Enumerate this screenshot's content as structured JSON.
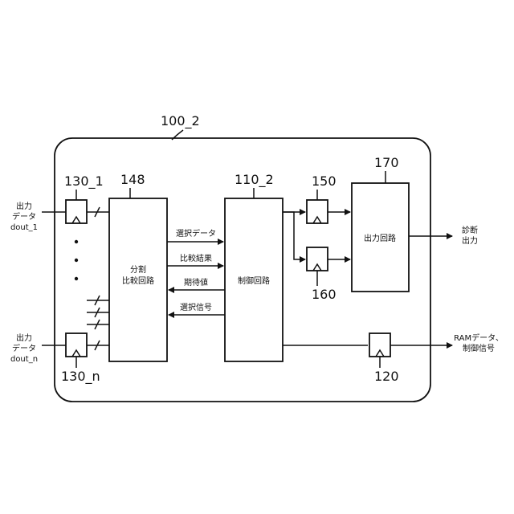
{
  "labels": {
    "system": "100_2",
    "ff_in_top": "130_1",
    "ff_in_bottom": "130_n",
    "split_compare_ref": "148",
    "control_ref": "110_2",
    "ff_top_ref": "150",
    "ff_mid_ref": "160",
    "output_ref": "170",
    "ff_ram_ref": "120"
  },
  "inputs": {
    "top_line1": "出力",
    "top_line2": "データ",
    "top_line3": "dout_1",
    "bottom_line1": "出力",
    "bottom_line2": "データ",
    "bottom_line3": "dout_n"
  },
  "blocks": {
    "split_compare_line1": "分割",
    "split_compare_line2": "比較回路",
    "control": "制御回路",
    "output": "出力回路"
  },
  "signals": {
    "select_data": "選択データ",
    "compare_result": "比較結果",
    "expected_value": "期待値",
    "select_signal": "選択信号"
  },
  "outputs": {
    "diag_line1": "診断",
    "diag_line2": "出力",
    "ram_line1": "RAMデータ、",
    "ram_line2": "制御信号"
  }
}
